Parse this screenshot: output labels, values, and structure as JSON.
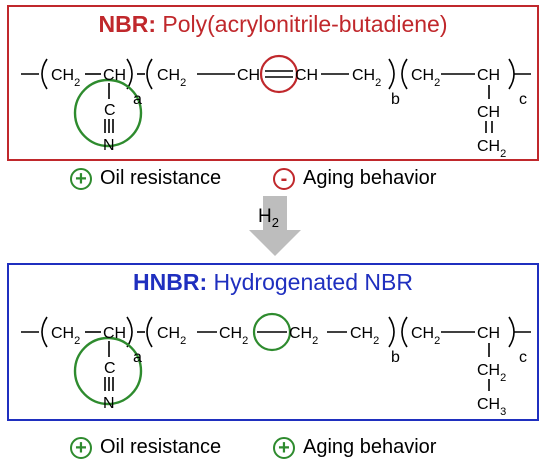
{
  "colors": {
    "nbr": "#c0282c",
    "hnbr": "#1f2fbf",
    "positive": "#2e8b2e",
    "negative": "#c0282c",
    "arrow": "#bdbdbd",
    "bond": "#000000"
  },
  "nbr": {
    "title_abbr": "NBR:",
    "title_name": "Poly(acrylonitrile-butadiene)",
    "chain": {
      "a1": "CH2",
      "a2": "CH",
      "b1": "CH2",
      "b2": "CH",
      "b3": "CH",
      "b4": "CH2",
      "c1": "CH2",
      "c2": "CH",
      "c3": "CH",
      "c4": "CH2",
      "nitrile_c": "C",
      "nitrile_n": "N",
      "sub_a": "a",
      "sub_b": "b",
      "sub_c": "c"
    },
    "notes": [
      {
        "sign": "+",
        "type": "positive",
        "label": "Oil resistance"
      },
      {
        "sign": "-",
        "type": "negative",
        "label": "Aging behavior"
      }
    ]
  },
  "reaction": {
    "reagent": "H2"
  },
  "hnbr": {
    "title_abbr": "HNBR:",
    "title_name": "Hydrogenated NBR",
    "chain": {
      "a1": "CH2",
      "a2": "CH",
      "b1": "CH2",
      "b2": "CH2",
      "b3": "CH2",
      "b4": "CH2",
      "c1": "CH2",
      "c2": "CH",
      "c3": "CH2",
      "c4": "CH3",
      "nitrile_c": "C",
      "nitrile_n": "N",
      "sub_a": "a",
      "sub_b": "b",
      "sub_c": "c"
    },
    "notes": [
      {
        "sign": "+",
        "type": "positive",
        "label": "Oil resistance"
      },
      {
        "sign": "+",
        "type": "positive",
        "label": "Aging behavior"
      }
    ]
  }
}
